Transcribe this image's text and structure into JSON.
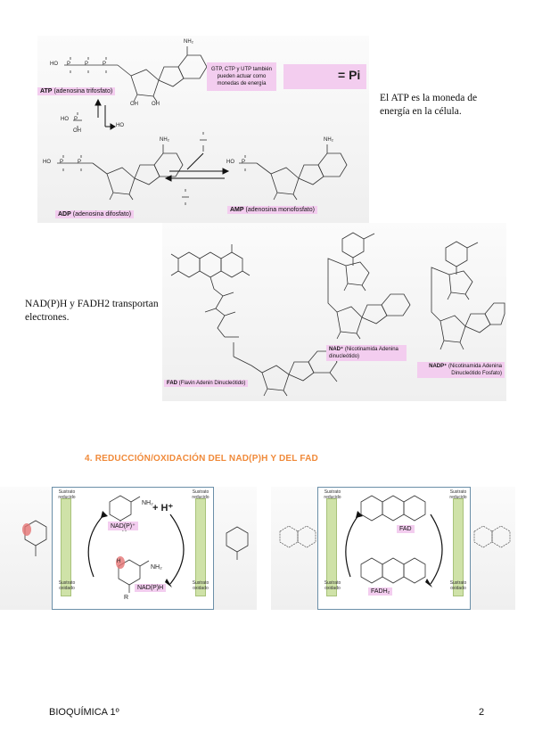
{
  "note_atp": "El ATP es la moneda de energía en la célula.",
  "note_nad": "NAD(P)H y FADH2 transportan electrones.",
  "section_title": "4. REDUCCIÓN/OXIDACIÓN DEL NAD(P)H Y DEL FAD",
  "footer": {
    "left": "BIOQUÍMICA 1º",
    "right": "2"
  },
  "atp_panel": {
    "atp_label": "ATP",
    "atp_sub": "(adenosina trifosfato)",
    "adp_label": "ADP",
    "adp_sub": "(adenosina difosfato)",
    "amp_label": "AMP",
    "amp_sub": "(adenosina monofosfato)",
    "gtp_note": "GTP, CTP y UTP también pueden actuar como monedas de energía",
    "pi_text": "= Pi",
    "phosphate_atoms": {
      "ho": "HO",
      "oh": "OH",
      "p": "P",
      "o": "O",
      "nh2": "NH₂"
    }
  },
  "cofactor_panel": {
    "fad_label": "FAD",
    "fad_sub": "(Flavin Adenin Dinucleótido)",
    "nad_label": "NAD⁺",
    "nad_sub": "(Nicotinamida Adenina dinucleótido)",
    "nadp_label": "NADP⁺",
    "nadp_sub": "(Nicotinamida Adenina Dinucleótido Fosfato)"
  },
  "cycle_left": {
    "top_species": "NAD(P)⁺",
    "bottom_species": "NAD(P)H",
    "h_plus": "+ H⁺",
    "reduced_label": "Sustrato reducido",
    "oxidized_label": "Sustrato oxidado",
    "nh2": "NH₂",
    "r": "R",
    "h": "H"
  },
  "cycle_right": {
    "top_species": "FAD",
    "bottom_species": "FADH₂",
    "reduced_label": "Sustrato reducido",
    "oxidized_label": "Sustrato oxidado"
  }
}
